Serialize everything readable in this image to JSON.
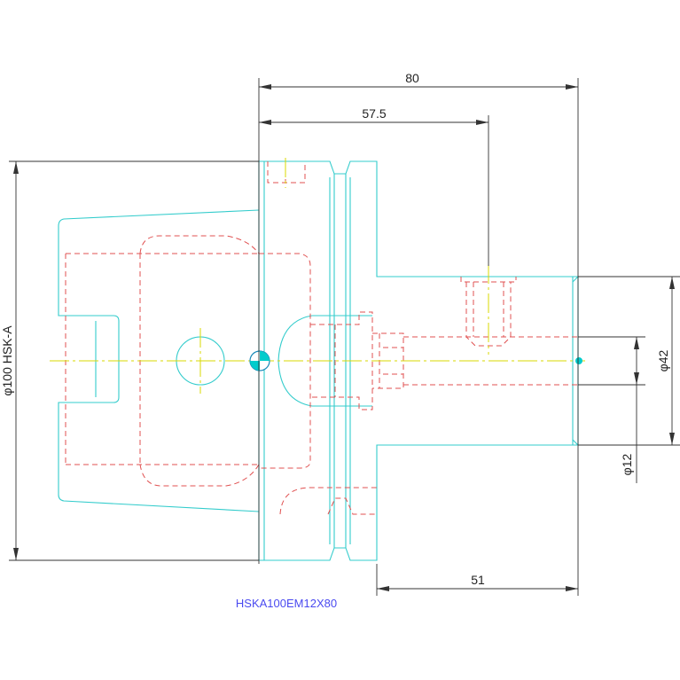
{
  "drawing": {
    "part_number": "HSKA100EM12X80",
    "dimensions": {
      "overall_length": "80",
      "flange_to_screw": "57.5",
      "shank_length": "51",
      "hsk_diameter": "φ100 HSK-A",
      "body_diameter": "φ42",
      "bore_diameter": "φ12"
    },
    "colors": {
      "outline": "#33cccc",
      "hidden": "#e05050",
      "centerline": "#d8d800",
      "dimension": "#333333",
      "label": "#4a4af0"
    }
  }
}
